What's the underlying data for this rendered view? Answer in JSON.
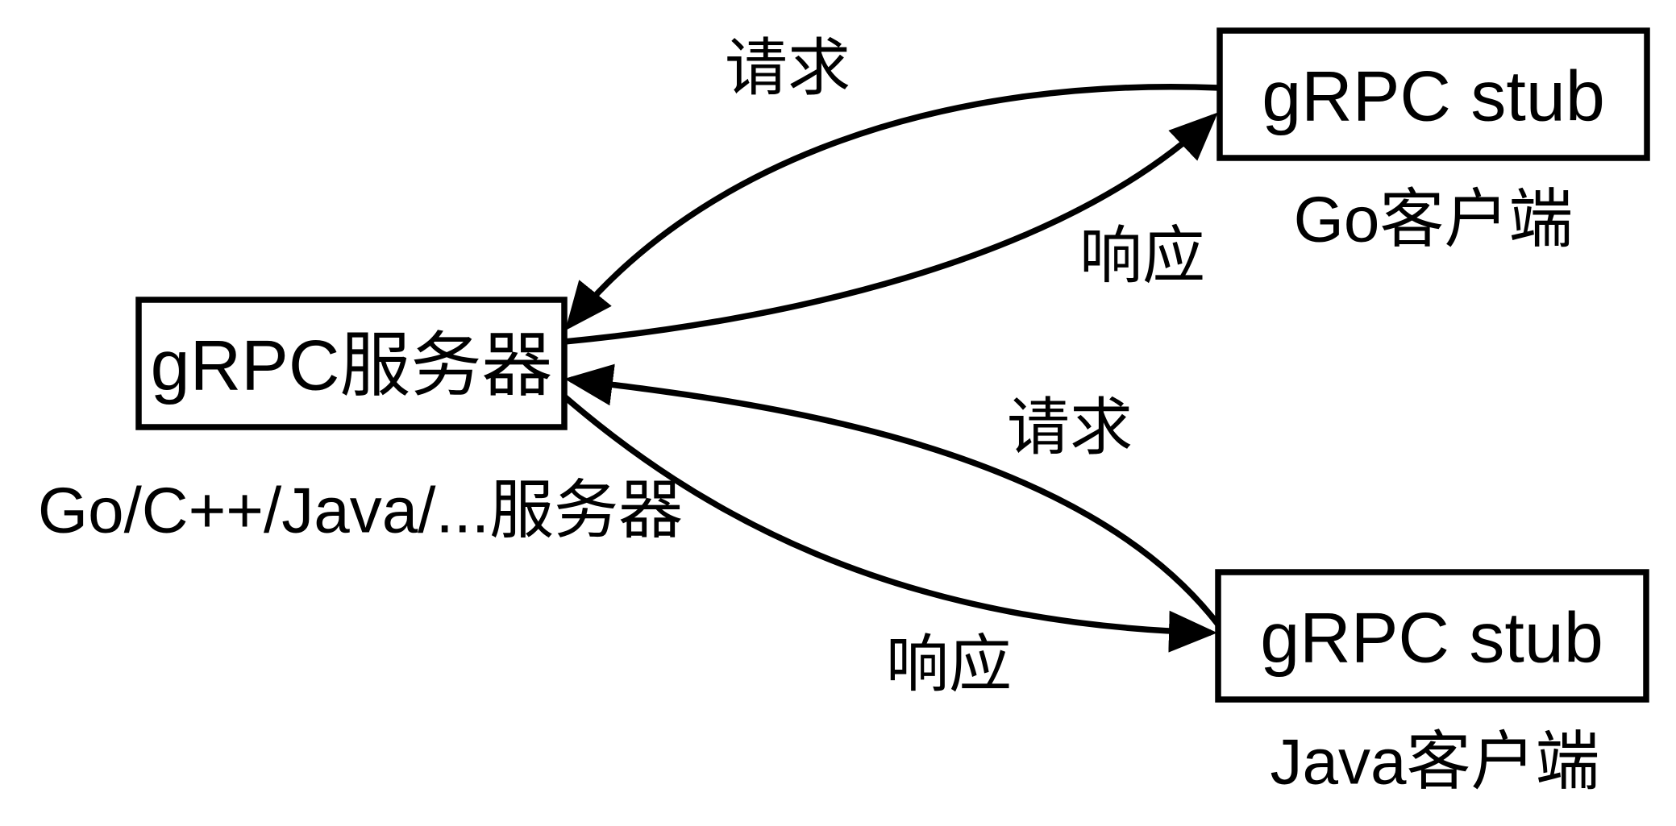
{
  "canvas": {
    "background_color": "#ffffff",
    "line_color": "#000000"
  },
  "nodes": {
    "server": {
      "label": "gRPC服务器",
      "caption": "Go/C++/Java/...服务器"
    },
    "go_stub": {
      "label": "gRPC stub",
      "caption": "Go客户端"
    },
    "java_stub": {
      "label": "gRPC stub",
      "caption": "Java客户端"
    }
  },
  "edges": {
    "go_request": {
      "label": "请求",
      "from": "go_stub",
      "to": "server"
    },
    "go_response": {
      "label": "响应",
      "from": "server",
      "to": "go_stub"
    },
    "java_request": {
      "label": "请求",
      "from": "java_stub",
      "to": "server"
    },
    "java_response": {
      "label": "响应",
      "from": "server",
      "to": "java_stub"
    }
  }
}
